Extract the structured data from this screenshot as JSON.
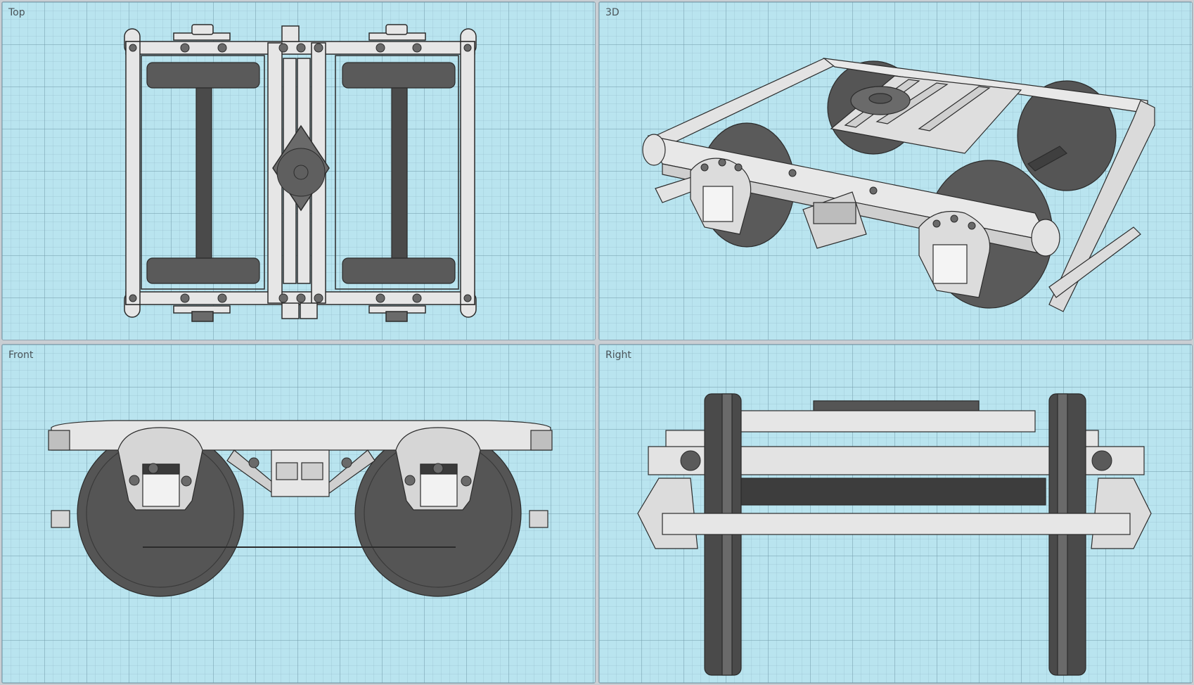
{
  "viewports": {
    "top": {
      "label": "Top"
    },
    "three_d": {
      "label": "3D"
    },
    "front": {
      "label": "Front"
    },
    "right": {
      "label": "Right"
    }
  },
  "colors": {
    "viewport_bg": "#b9e4ef",
    "frame_fill": "#e6e6e6",
    "frame_stroke": "#2b2b2b",
    "wheel_fill": "#5a5a5a",
    "wheel_dark": "#3f3f3f",
    "bolt_fill": "#6a6a6a"
  }
}
